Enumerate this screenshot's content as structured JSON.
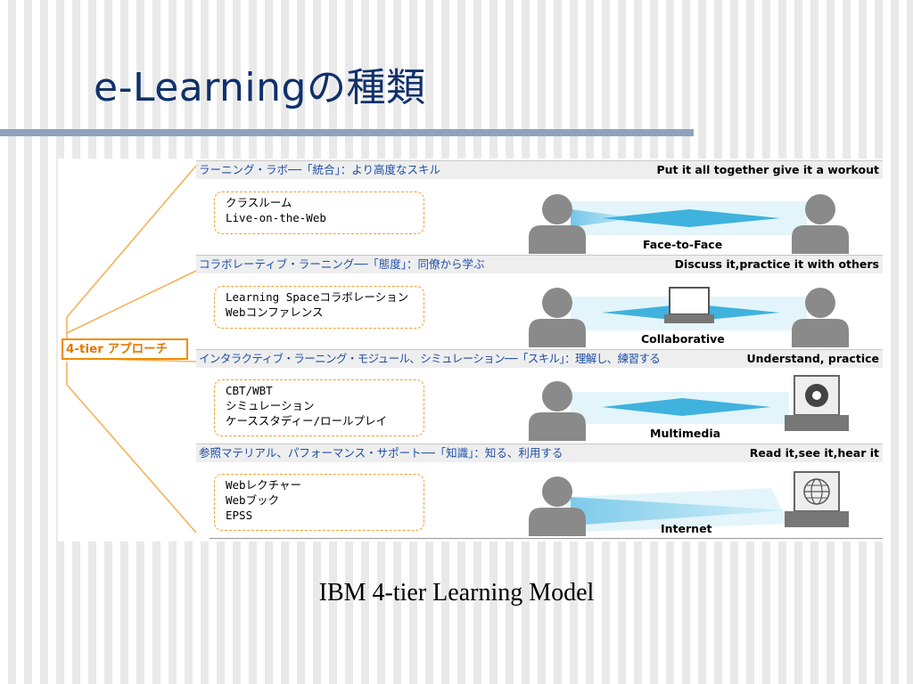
{
  "slide": {
    "title": "e-Learningの種類",
    "caption": "IBM 4-tier Learning Model"
  },
  "diagram": {
    "approach_label": "4-tier アプローチ",
    "tiers": [
      {
        "header_jp": "ラーニング・ラボ──「統合」：より高度なスキル",
        "header_en": "Put it all together give it a workout",
        "items": [
          "クラスルーム",
          "Live-on-the-Web"
        ],
        "mode": "Face-to-Face"
      },
      {
        "header_jp": "コラボレーティブ・ラーニング──「態度」：同僚から学ぶ",
        "header_en": "Discuss it,practice it with others",
        "items": [
          "Learning Spaceコラボレーション",
          "Webコンファレンス"
        ],
        "mode": "Collaborative"
      },
      {
        "header_jp": "インタラクティブ・ラーニング・モジュール、シミュレーション──「スキル」：理解し、練習する",
        "header_en": "Understand, practice",
        "items": [
          "CBT/WBT",
          "シミュレーション",
          "ケーススタディー/ロールプレイ"
        ],
        "mode": "Multimedia"
      },
      {
        "header_jp": "参照マテリアル、パフォーマンス・サポート──「知識」：知る、利用する",
        "header_en": "Read it,see it,hear it",
        "items": [
          "Webレクチャー",
          "Webブック",
          "EPSS"
        ],
        "mode": "Internet"
      }
    ],
    "colors": {
      "title": "#10316b",
      "jp_header": "#1f4fa8",
      "accent_orange": "#f08c00",
      "person": "#8a8a8a",
      "beam": "#5cc0e4"
    }
  }
}
